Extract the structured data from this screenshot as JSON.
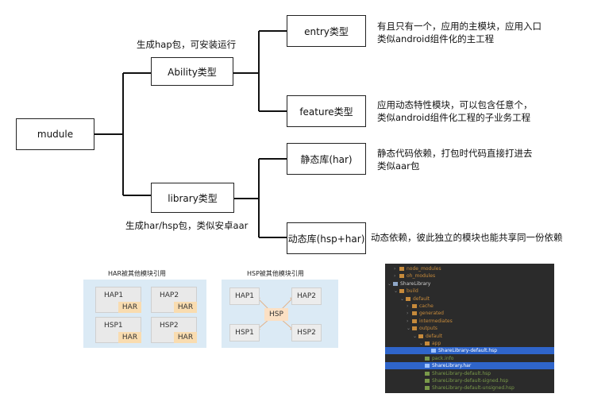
{
  "tree": {
    "root": "mudule",
    "ability": "Ability类型",
    "library": "library类型",
    "entry": "entry类型",
    "feature": "feature类型",
    "static_lib": "静态库(har)",
    "dynamic_lib": "动态库(hsp+har)"
  },
  "notes": {
    "ability_note": "生成hap包，可安装运行",
    "library_note": "生成har/hsp包，类似安卓aar",
    "entry_line1": "有且只有一个，应用的主模块，应用入口",
    "entry_line2": "类似android组件化的主工程",
    "feature_line1": "应用动态特性模块，可以包含任意个，",
    "feature_line2": "类似android组件化工程的子业务工程",
    "static_line1": "静态代码依赖，打包时代码直接打进去",
    "static_line2": "类似aar包",
    "dynamic_line1": "动态依赖，彼此独立的模块也能共享同一份依赖"
  },
  "har_diagram": {
    "title": "HAR被其他模块引用",
    "modules": [
      {
        "name": "HAP1",
        "tag": "HAR"
      },
      {
        "name": "HAP2",
        "tag": "HAR"
      },
      {
        "name": "HSP1",
        "tag": "HAR"
      },
      {
        "name": "HSP2",
        "tag": "HAR"
      }
    ]
  },
  "hsp_diagram": {
    "title": "HSP被其他模块引用",
    "center": "HSP",
    "modules": [
      "HAP1",
      "HAP2",
      "HSP1",
      "HSP2"
    ]
  },
  "ide_tree": {
    "rows": [
      {
        "label": "node_modules",
        "indent": 1,
        "arrow": "›",
        "kind": "folder",
        "selected": false
      },
      {
        "label": "oh_modules",
        "indent": 1,
        "arrow": "›",
        "kind": "folder",
        "selected": false
      },
      {
        "label": "ShareLibrary",
        "indent": 0,
        "arrow": "⌄",
        "kind": "module",
        "selected": false
      },
      {
        "label": "build",
        "indent": 1,
        "arrow": "⌄",
        "kind": "folder",
        "selected": false
      },
      {
        "label": "default",
        "indent": 2,
        "arrow": "⌄",
        "kind": "folder",
        "selected": false
      },
      {
        "label": "cache",
        "indent": 3,
        "arrow": "›",
        "kind": "folder",
        "selected": false
      },
      {
        "label": "generated",
        "indent": 3,
        "arrow": "›",
        "kind": "folder",
        "selected": false
      },
      {
        "label": "intermediates",
        "indent": 3,
        "arrow": "›",
        "kind": "folder",
        "selected": false
      },
      {
        "label": "outputs",
        "indent": 3,
        "arrow": "⌄",
        "kind": "folder",
        "selected": false
      },
      {
        "label": "default",
        "indent": 4,
        "arrow": "⌄",
        "kind": "folder",
        "selected": false
      },
      {
        "label": "app",
        "indent": 5,
        "arrow": "⌄",
        "kind": "folder",
        "selected": false
      },
      {
        "label": "ShareLibrary-default.hsp",
        "indent": 6,
        "arrow": "",
        "kind": "file",
        "selected": true
      },
      {
        "label": "pack.info",
        "indent": 5,
        "arrow": "",
        "kind": "file",
        "selected": false
      },
      {
        "label": "ShareLibrary.har",
        "indent": 5,
        "arrow": "",
        "kind": "file",
        "selected": true
      },
      {
        "label": "ShareLibrary-default.hsp",
        "indent": 5,
        "arrow": "",
        "kind": "file",
        "selected": false
      },
      {
        "label": "ShareLibrary-default-signed.hsp",
        "indent": 5,
        "arrow": "",
        "kind": "file",
        "selected": false
      },
      {
        "label": "ShareLibrary-default-unsigned.hsp",
        "indent": 5,
        "arrow": "",
        "kind": "file",
        "selected": false
      }
    ],
    "colors": {
      "bg": "#2b2b2b",
      "selected": "#2f65ca",
      "folder": "#c68a3b",
      "text": "#b8b8b8",
      "file_green": "#7a9a4a"
    }
  }
}
